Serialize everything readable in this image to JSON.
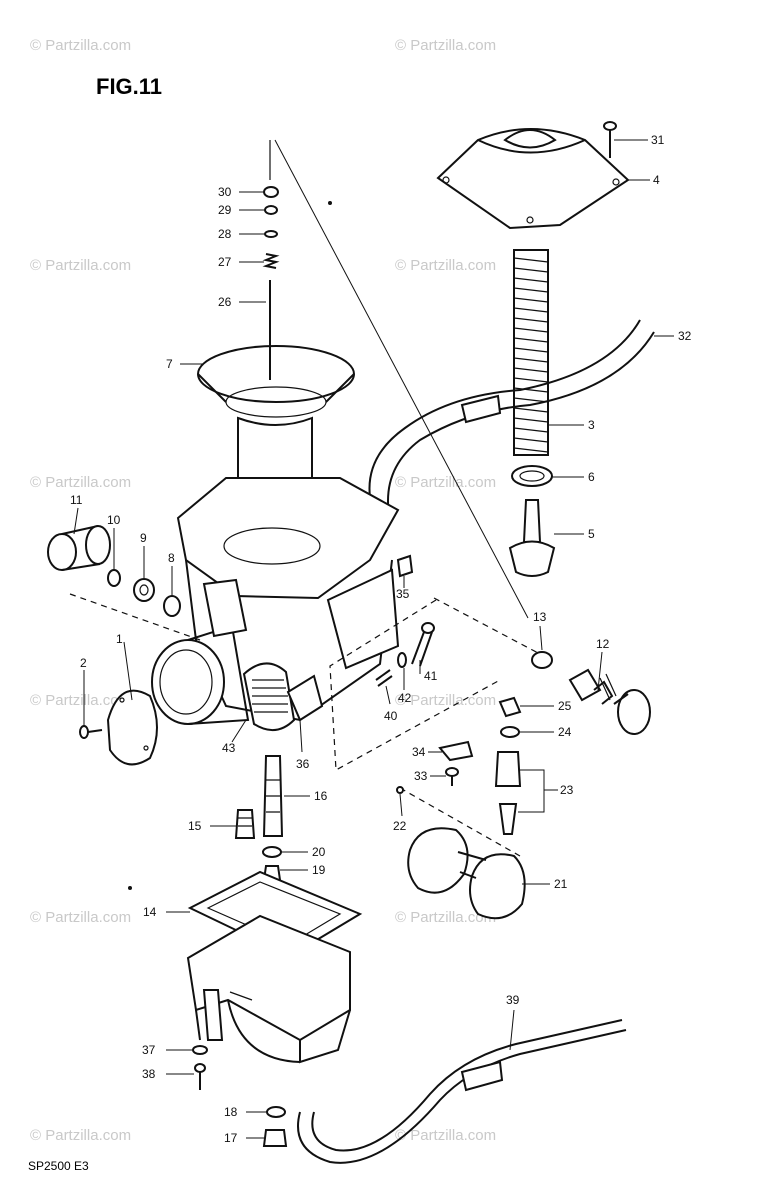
{
  "figure": {
    "title": "FIG.11",
    "code": "SP2500 E3"
  },
  "watermark": {
    "text": "© Partzilla.com",
    "color": "#c9c9c9"
  },
  "callouts": [
    {
      "n": "1"
    },
    {
      "n": "2"
    },
    {
      "n": "3"
    },
    {
      "n": "4"
    },
    {
      "n": "5"
    },
    {
      "n": "6"
    },
    {
      "n": "7"
    },
    {
      "n": "8"
    },
    {
      "n": "9"
    },
    {
      "n": "10"
    },
    {
      "n": "11"
    },
    {
      "n": "12"
    },
    {
      "n": "13"
    },
    {
      "n": "14"
    },
    {
      "n": "15"
    },
    {
      "n": "16"
    },
    {
      "n": "17"
    },
    {
      "n": "18"
    },
    {
      "n": "19"
    },
    {
      "n": "20"
    },
    {
      "n": "21"
    },
    {
      "n": "22"
    },
    {
      "n": "23"
    },
    {
      "n": "24"
    },
    {
      "n": "25"
    },
    {
      "n": "26"
    },
    {
      "n": "27"
    },
    {
      "n": "28"
    },
    {
      "n": "29"
    },
    {
      "n": "30"
    },
    {
      "n": "31"
    },
    {
      "n": "32"
    },
    {
      "n": "33"
    },
    {
      "n": "34"
    },
    {
      "n": "35"
    },
    {
      "n": "36"
    },
    {
      "n": "37"
    },
    {
      "n": "38"
    },
    {
      "n": "39"
    },
    {
      "n": "40"
    },
    {
      "n": "41"
    },
    {
      "n": "42"
    },
    {
      "n": "43"
    }
  ]
}
